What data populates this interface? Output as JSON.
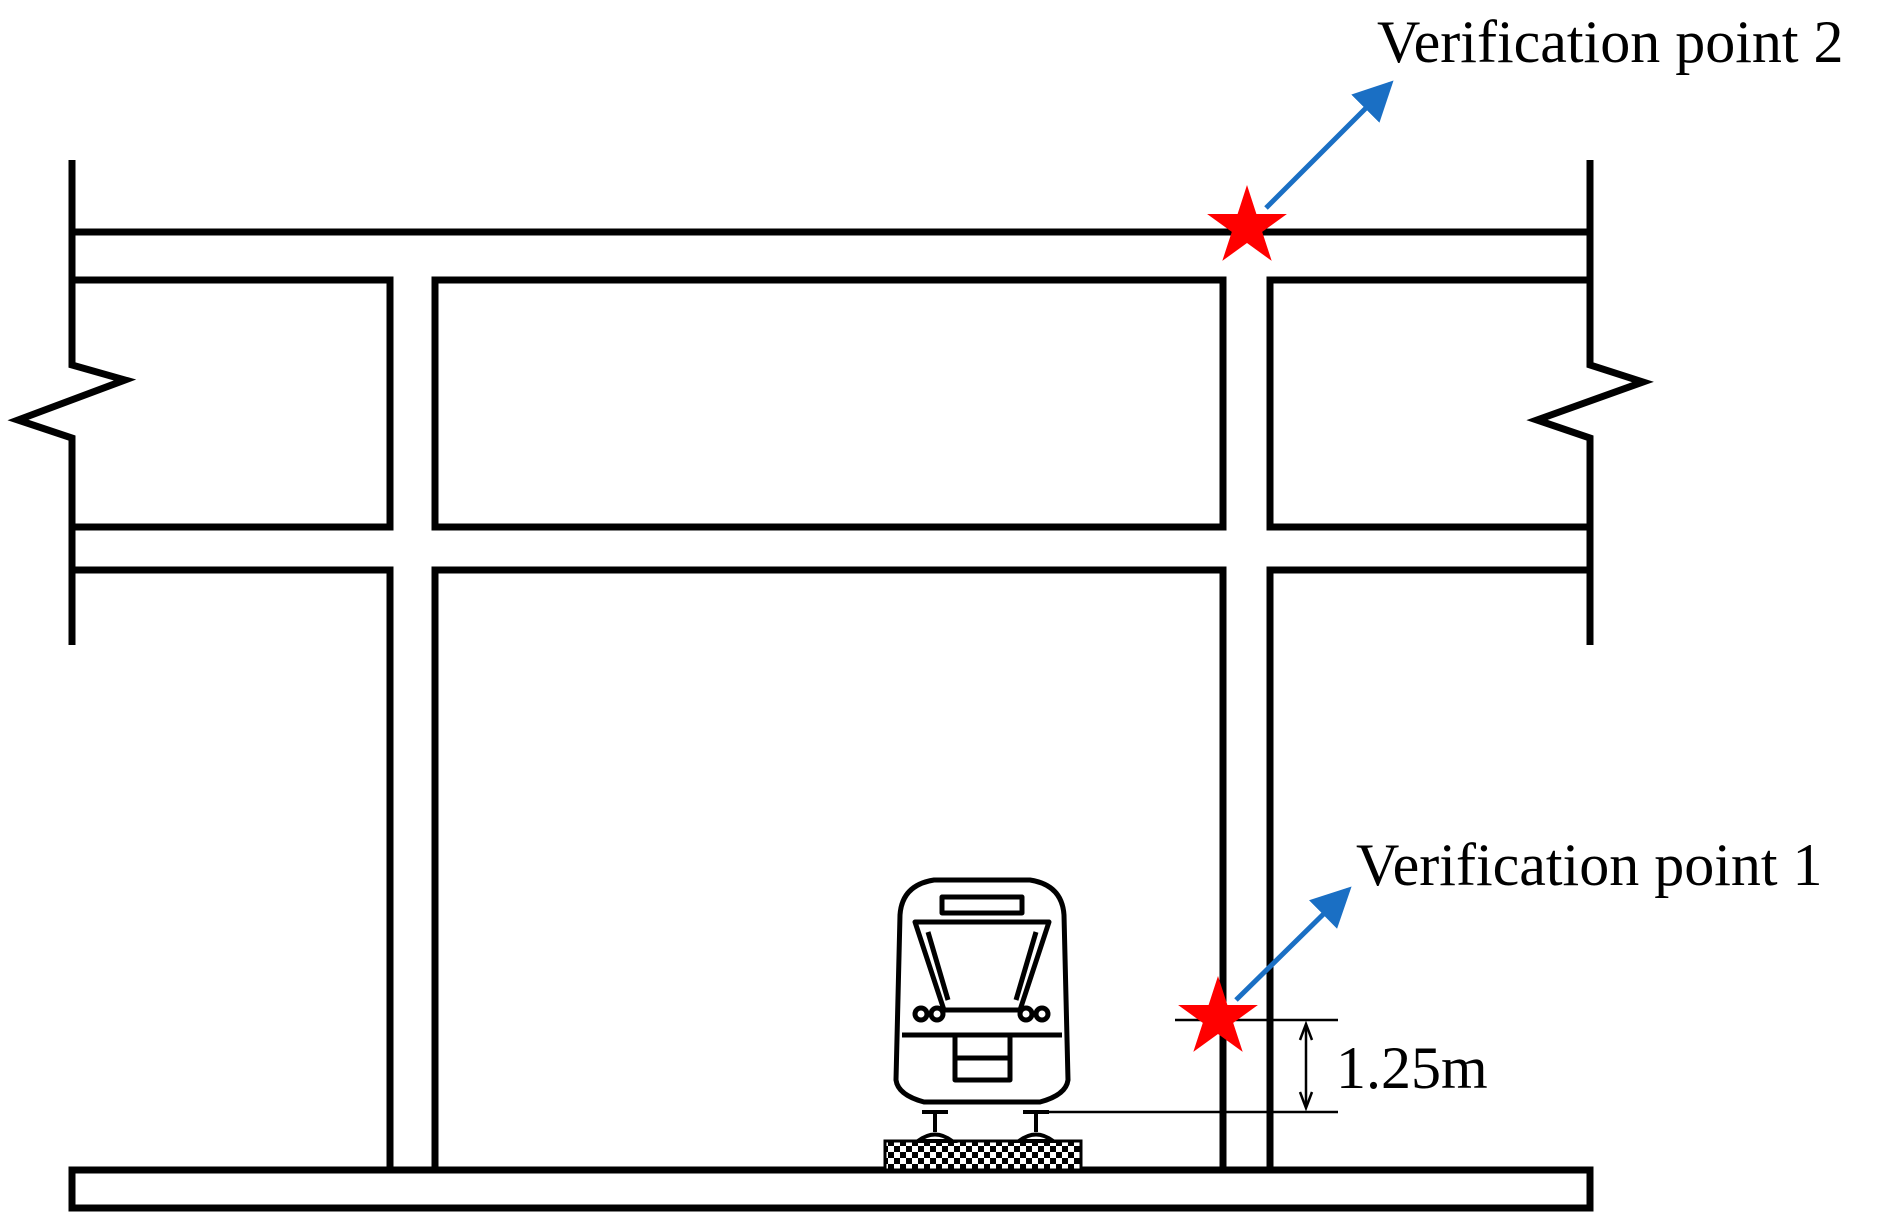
{
  "labels": {
    "point2": "Verification point 2",
    "point1": "Verification point 1",
    "dimension": "1.25m"
  },
  "colors": {
    "structure": "#000000",
    "marker": "#ff0000",
    "arrow": "#1a6fc4",
    "background": "#ffffff"
  }
}
